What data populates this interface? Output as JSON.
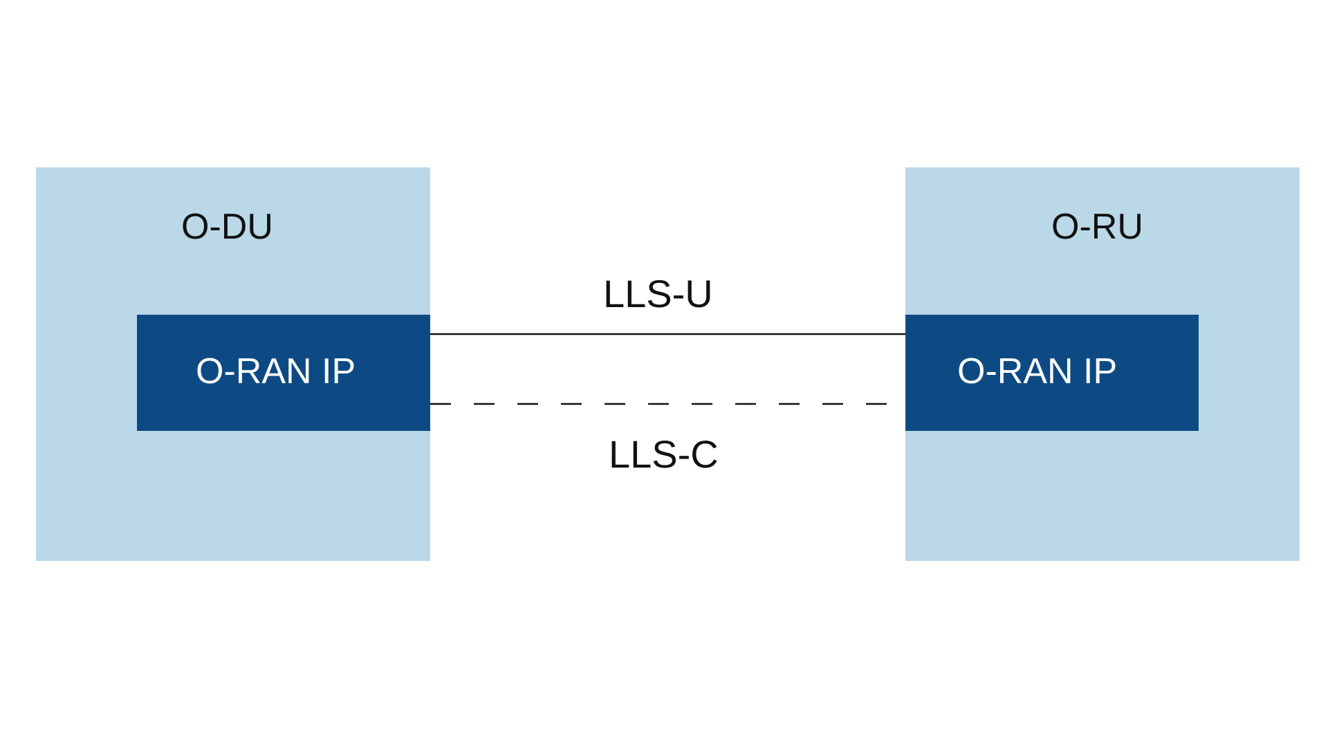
{
  "odu": {
    "title": "O-DU",
    "ip_label": "O-RAN IP"
  },
  "oru": {
    "title": "O-RU",
    "ip_label": "O-RAN IP"
  },
  "links": {
    "user_plane": "LLS-U",
    "control_plane": "LLS-C"
  },
  "colors": {
    "outer_box": "#bad8e7",
    "inner_box": "#0d4a83",
    "line": "#111111"
  }
}
